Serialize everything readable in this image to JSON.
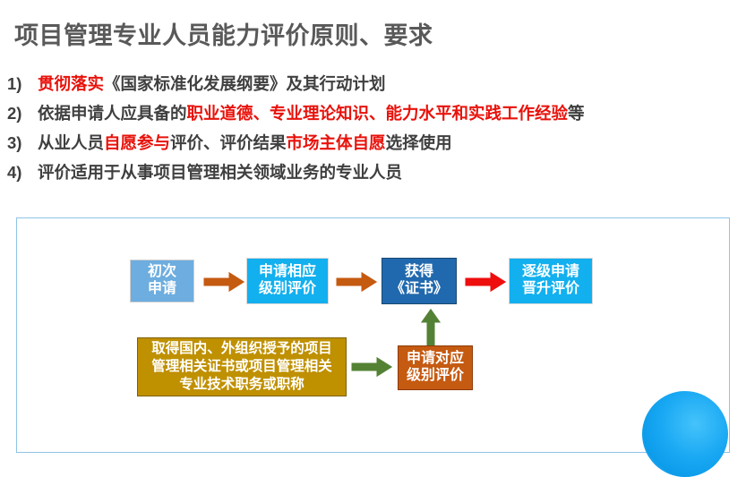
{
  "slide": {
    "title": "项目管理专业人员能力评价原则、要求",
    "title_color": "#595959",
    "accent_red": "#e8120b"
  },
  "bullets": [
    {
      "num": "1)",
      "segments": [
        {
          "text": "贯彻落实",
          "emphasis": true
        },
        {
          "text": "《国家标准化发展纲要》及其行动计划",
          "emphasis": false
        }
      ]
    },
    {
      "num": "2)",
      "segments": [
        {
          "text": "依据申请人应具备的",
          "emphasis": false
        },
        {
          "text": "职业道德、专业理论知识、能力水平和实践工作经验",
          "emphasis": true
        },
        {
          "text": "等",
          "emphasis": false
        }
      ]
    },
    {
      "num": "3)",
      "segments": [
        {
          "text": "从业人员",
          "emphasis": false
        },
        {
          "text": "自愿参与",
          "emphasis": true
        },
        {
          "text": "评价、评价结果",
          "emphasis": false
        },
        {
          "text": "市场主体自愿",
          "emphasis": true
        },
        {
          "text": "选择使用",
          "emphasis": false
        }
      ]
    },
    {
      "num": "4)",
      "segments": [
        {
          "text": "评价适用于从事项目管理相关领域业务的专业人员",
          "emphasis": false
        }
      ]
    }
  ],
  "flowchart": {
    "nodes": [
      {
        "id": "first-application",
        "lines": [
          "初次",
          "申请"
        ],
        "color": "#6daddf"
      },
      {
        "id": "apply-level",
        "lines": [
          "申请相应",
          "级别评价"
        ],
        "color": "#12b0ef"
      },
      {
        "id": "obtain-certificate",
        "lines": [
          "获得",
          "《证书》"
        ],
        "color": "#2169ae"
      },
      {
        "id": "stepwise-promotion",
        "lines": [
          "逐级申请",
          "晋升评价"
        ],
        "color": "#12b0ef"
      },
      {
        "id": "existing-credential",
        "lines": [
          "取得国内、外组织授予的项目",
          "管理相关证书或项目管理相关",
          "专业技术职务或职称"
        ],
        "color": "#bf9000"
      },
      {
        "id": "apply-matching",
        "lines": [
          "申请对应",
          "级别评价"
        ],
        "color": "#c55a11"
      }
    ],
    "arrows": [
      {
        "id": "arrow-1",
        "direction": "right",
        "color": "#c55a11"
      },
      {
        "id": "arrow-2",
        "direction": "right",
        "color": "#c55a11"
      },
      {
        "id": "arrow-3",
        "direction": "right",
        "color": "#ee0e0e"
      },
      {
        "id": "arrow-4",
        "direction": "right",
        "color": "#548235"
      },
      {
        "id": "arrow-5",
        "direction": "up",
        "color": "#548235"
      }
    ],
    "border_color": "#8ec3e6"
  },
  "decoration": {
    "circle_color": "#19a8f3"
  }
}
